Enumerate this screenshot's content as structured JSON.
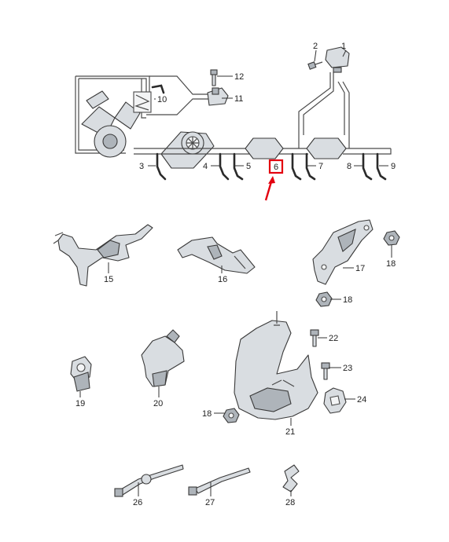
{
  "callouts": [
    {
      "id": "1",
      "label": "1"
    },
    {
      "id": "2",
      "label": "2"
    },
    {
      "id": "3",
      "label": "3"
    },
    {
      "id": "4",
      "label": "4"
    },
    {
      "id": "5",
      "label": "5"
    },
    {
      "id": "6",
      "label": "6"
    },
    {
      "id": "7",
      "label": "7"
    },
    {
      "id": "8",
      "label": "8"
    },
    {
      "id": "9",
      "label": "9"
    },
    {
      "id": "10",
      "label": "10"
    },
    {
      "id": "11",
      "label": "11"
    },
    {
      "id": "12",
      "label": "12"
    },
    {
      "id": "15",
      "label": "15"
    },
    {
      "id": "16",
      "label": "16"
    },
    {
      "id": "17",
      "label": "17"
    },
    {
      "id": "18a",
      "label": "18"
    },
    {
      "id": "18b",
      "label": "18"
    },
    {
      "id": "18c",
      "label": "18"
    },
    {
      "id": "19",
      "label": "19"
    },
    {
      "id": "20",
      "label": "20"
    },
    {
      "id": "21",
      "label": "21"
    },
    {
      "id": "22",
      "label": "22"
    },
    {
      "id": "23",
      "label": "23"
    },
    {
      "id": "24",
      "label": "24"
    },
    {
      "id": "26",
      "label": "26"
    },
    {
      "id": "27",
      "label": "27"
    },
    {
      "id": "28",
      "label": "28"
    }
  ],
  "highlight": {
    "part": "6",
    "color": "#e3000f"
  },
  "colors": {
    "outline": "#3a3a3a",
    "part_fill": "#d9dde1",
    "label": "#222222"
  }
}
